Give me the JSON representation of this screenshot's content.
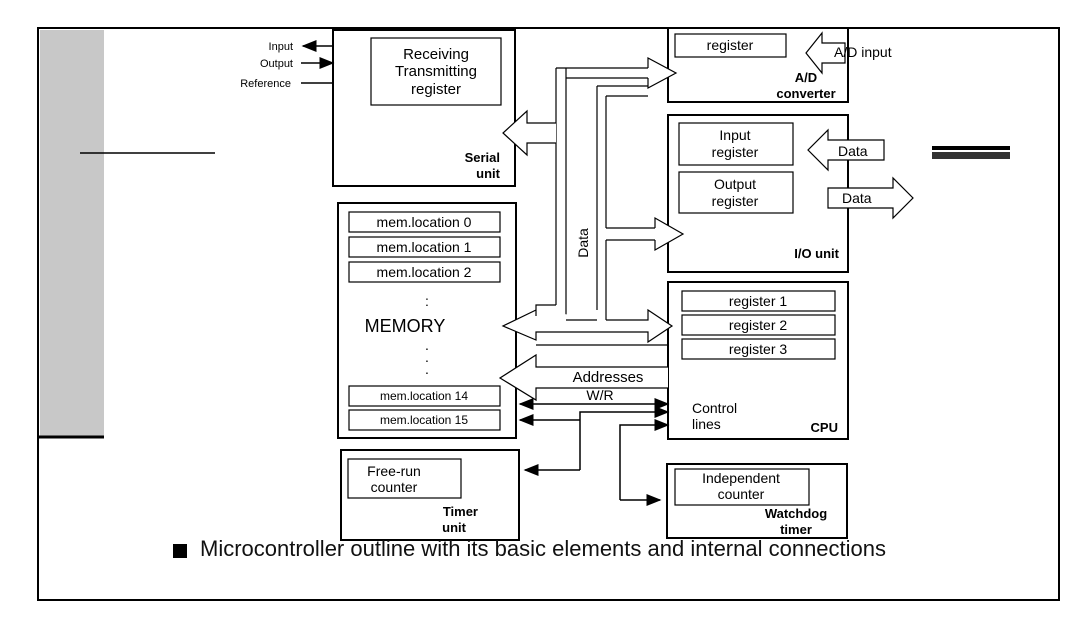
{
  "diagram": {
    "serial": {
      "inner": [
        "Receiving",
        "Transmitting",
        "register"
      ],
      "label": [
        "Serial",
        "unit"
      ],
      "pins": [
        "Input",
        "Output",
        "Reference"
      ]
    },
    "ad": {
      "register": "register",
      "label": [
        "A/D",
        "converter"
      ],
      "input": "A/D input"
    },
    "io": {
      "input_register": [
        "Input",
        "register"
      ],
      "output_register": [
        "Output",
        "register"
      ],
      "label": "I/O unit",
      "data_in": "Data",
      "data_out": "Data"
    },
    "memory": {
      "label": "MEMORY",
      "locations_top": [
        "mem.location 0",
        "mem.location 1",
        "mem.location 2"
      ],
      "locations_bottom": [
        "mem.location 14",
        "mem.location 15"
      ]
    },
    "cpu": {
      "registers": [
        "register 1",
        "register 2",
        "register 3"
      ],
      "control": [
        "Control",
        "lines"
      ],
      "label": "CPU"
    },
    "buses": {
      "data": "Data",
      "addresses": "Addresses",
      "wr": "W/R"
    },
    "timer": {
      "inner": [
        "Free-run",
        "counter"
      ],
      "label": [
        "Timer",
        "unit"
      ]
    },
    "watchdog": {
      "inner": [
        "Independent",
        "counter"
      ],
      "label": [
        "Watchdog",
        "timer"
      ]
    }
  },
  "caption": "Microcontroller outline with its basic elements and internal connections"
}
